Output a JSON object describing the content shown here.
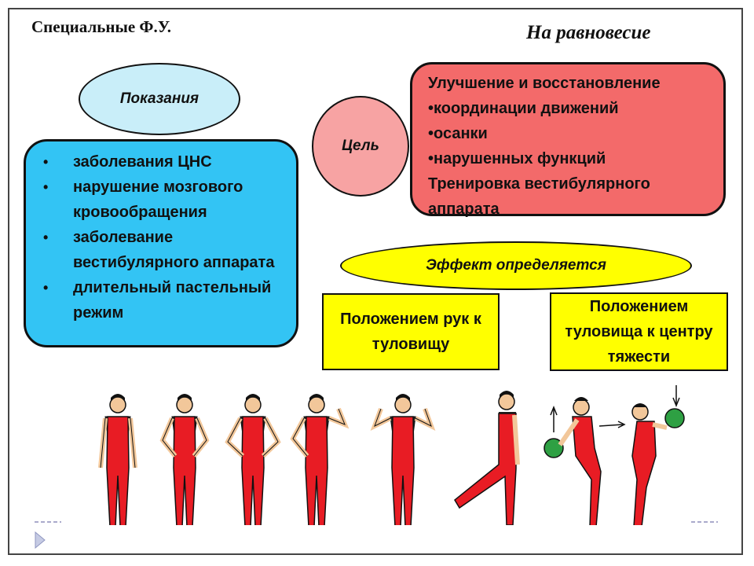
{
  "header": {
    "left_title": "Специальные Ф.У.",
    "right_title": "На равновесие"
  },
  "indications": {
    "label": "Показания",
    "items": [
      "заболевания ЦНС",
      "нарушение мозгового кровообращения",
      "заболевание вестибулярного аппарата",
      "длительный пастельный режим"
    ]
  },
  "goal": {
    "label": "Цель",
    "lines": [
      "Улучшение и восстановление",
      "•координации движений",
      "•осанки",
      "•нарушенных функций",
      "Тренировка вестибулярного",
      "аппарата"
    ]
  },
  "effect": {
    "label": "Эффект определяется",
    "left_box": "Положением рук к туловищу",
    "right_box": "Положением туловища к центру тяжести"
  },
  "colors": {
    "blue": "#33c4f4",
    "light_blue": "#c9eef9",
    "red": "#f36a6a",
    "pink": "#f7a3a3",
    "yellow": "#ffff00",
    "suit_red": "#e81c24",
    "ball_green": "#2ea043"
  },
  "illustration": {
    "figure_count": 8,
    "ball_count": 2
  }
}
